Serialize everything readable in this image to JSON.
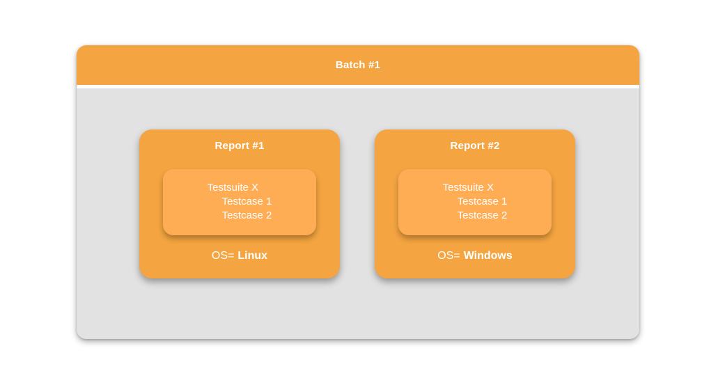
{
  "batch": {
    "title": "Batch #1",
    "reports": [
      {
        "title": "Report #1",
        "testsuite": {
          "name": "Testsuite X",
          "testcases": [
            "Testcase 1",
            "Testcase 2"
          ]
        },
        "os_label": "OS=",
        "os_value": "Linux"
      },
      {
        "title": "Report #2",
        "testsuite": {
          "name": "Testsuite X",
          "testcases": [
            "Testcase 1",
            "Testcase 2"
          ]
        },
        "os_label": "OS=",
        "os_value": "Windows"
      }
    ]
  },
  "colors": {
    "header_orange": "#F4A440",
    "report_orange": "#F4A440",
    "testsuite_orange": "#FFAD55",
    "body_gray": "#E2E2E2",
    "text_white": "#FFFFFF"
  }
}
